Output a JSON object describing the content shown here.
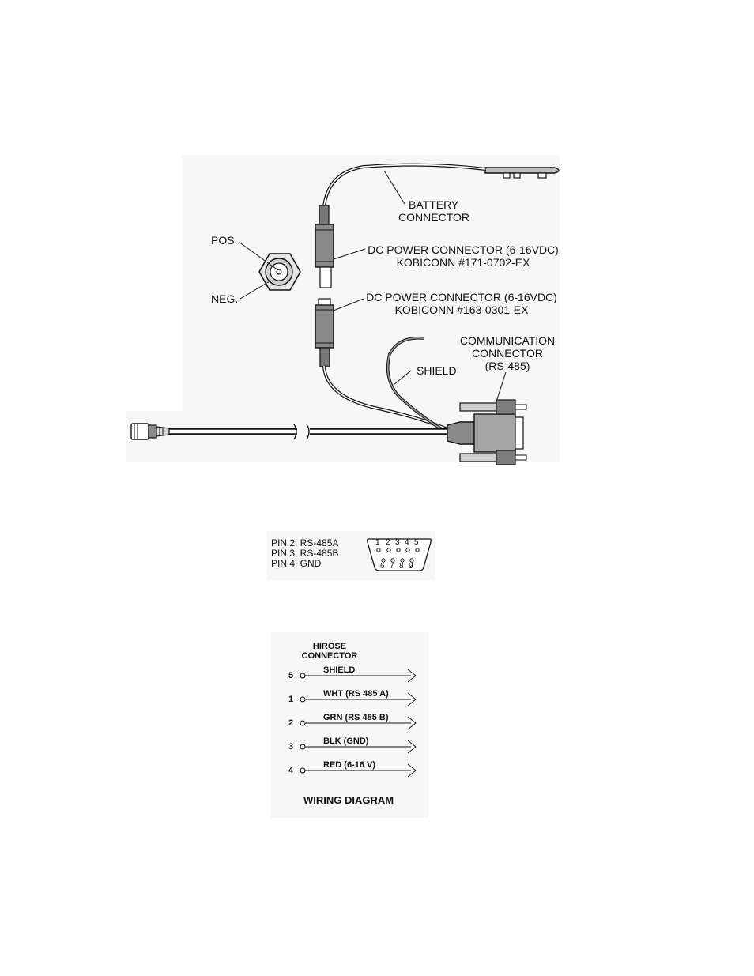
{
  "cable_labels": {
    "battery_connector": [
      "BATTERY",
      "CONNECTOR"
    ],
    "pos": "POS.",
    "neg": "NEG.",
    "dc_power_1": [
      "DC POWER CONNECTOR (6-16VDC)",
      "KOBICONN #171-0702-EX"
    ],
    "dc_power_2": [
      "DC POWER CONNECTOR (6-16VDC)",
      "KOBICONN #163-0301-EX"
    ],
    "communication": [
      "COMMUNICATION",
      "CONNECTOR",
      "(RS-485)"
    ],
    "shield": "SHIELD"
  },
  "pinout": {
    "lines": [
      "PIN 2,  RS-485A",
      "PIN 3,  RS-485B",
      "PIN 4,  GND"
    ],
    "top_row": [
      "1",
      "2",
      "3",
      "4",
      "5"
    ],
    "bottom_row": [
      "6",
      "7",
      "8",
      "9"
    ]
  },
  "wiring": {
    "header": [
      "HIROSE",
      "CONNECTOR"
    ],
    "rows": [
      {
        "pin": "5",
        "label": "SHIELD"
      },
      {
        "pin": "1",
        "label": "WHT (RS 485 A)"
      },
      {
        "pin": "2",
        "label": "GRN (RS 485 B)"
      },
      {
        "pin": "3",
        "label": "BLK (GND)"
      },
      {
        "pin": "4",
        "label": "RED (6-16 V)"
      }
    ],
    "title": "WIRING DIAGRAM"
  }
}
